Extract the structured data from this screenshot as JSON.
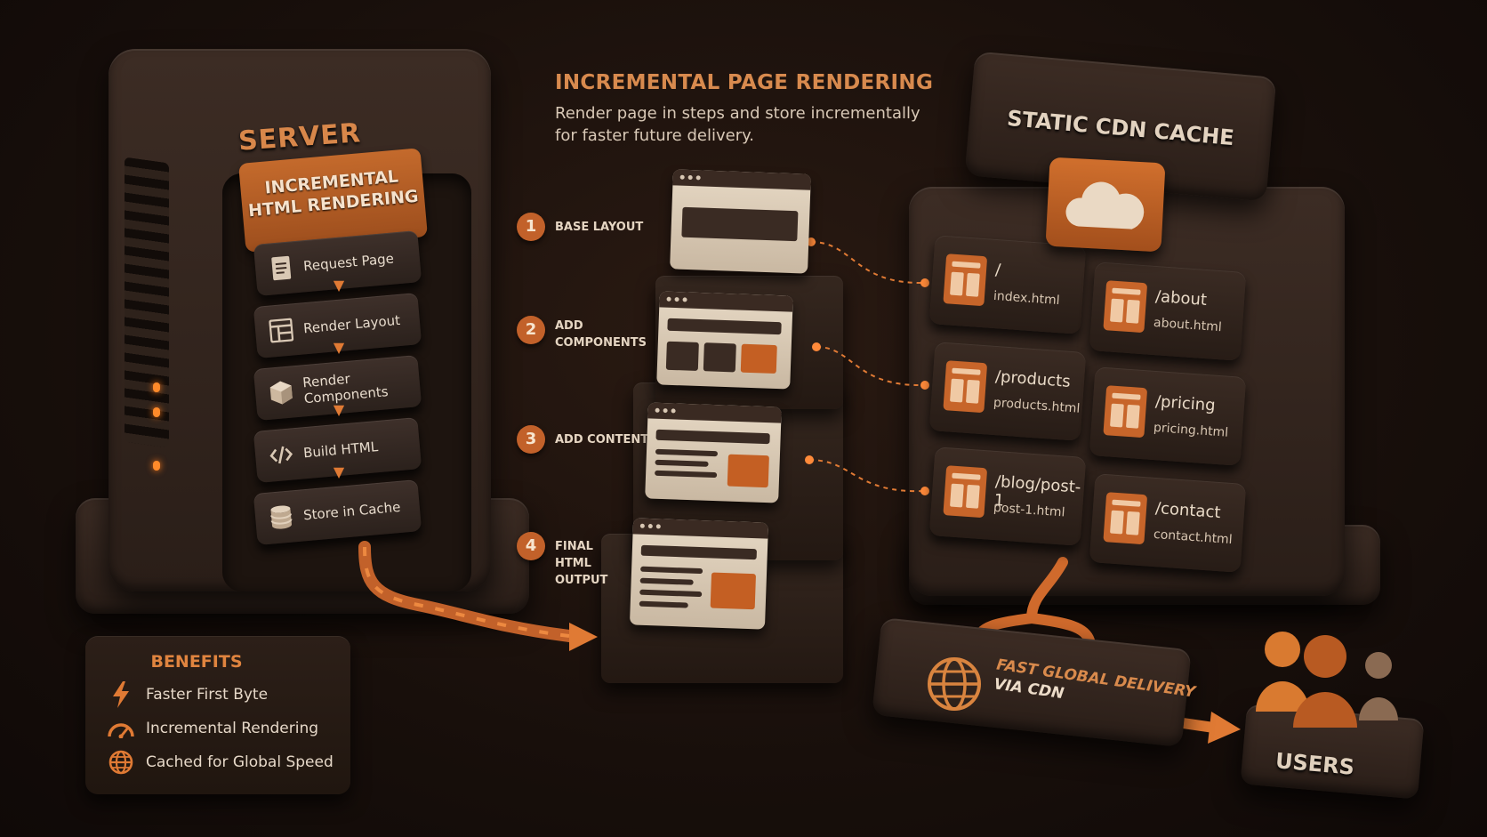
{
  "title": "INCREMENTAL PAGE RENDERING",
  "subtitle": "Render page in steps and store incrementally for faster future delivery.",
  "server": {
    "label": "SERVER",
    "panel_title": "INCREMENTAL HTML RENDERING",
    "steps": [
      {
        "label": "Request Page",
        "icon": "document-icon"
      },
      {
        "label": "Render Layout",
        "icon": "layout-grid-icon"
      },
      {
        "label": "Render Components",
        "icon": "cube-icon"
      },
      {
        "label": "Build HTML",
        "icon": "code-icon"
      },
      {
        "label": "Store in Cache",
        "icon": "database-icon"
      }
    ]
  },
  "stages": [
    {
      "number": "1",
      "label": "BASE LAYOUT"
    },
    {
      "number": "2",
      "label": "ADD COMPONENTS"
    },
    {
      "number": "3",
      "label": "ADD CONTENT"
    },
    {
      "number": "4",
      "label": "FINAL HTML OUTPUT"
    }
  ],
  "cdn": {
    "label": "STATIC CDN CACHE",
    "icon": "cloud-icon",
    "pages": [
      {
        "route": "/",
        "file": "index.html"
      },
      {
        "route": "/about",
        "file": "about.html"
      },
      {
        "route": "/products",
        "file": "products.html"
      },
      {
        "route": "/pricing",
        "file": "pricing.html"
      },
      {
        "route": "/blog/post-1",
        "file": "post-1.html"
      },
      {
        "route": "/contact",
        "file": "contact.html"
      }
    ]
  },
  "delivery": {
    "line1": "FAST GLOBAL DELIVERY",
    "line2": "VIA CDN",
    "icon": "globe-icon"
  },
  "users": {
    "label": "USERS",
    "icon": "users-icon"
  },
  "benefits": {
    "title": "BENEFITS",
    "items": [
      {
        "label": "Faster First Byte",
        "icon": "lightning-icon"
      },
      {
        "label": "Incremental Rendering",
        "icon": "gauge-icon"
      },
      {
        "label": "Cached for Global Speed",
        "icon": "globe-icon"
      }
    ]
  },
  "colors": {
    "accent": "#e07a34",
    "background": "#180f0b",
    "panel": "#2e221b",
    "paper": "#e6d8c4"
  }
}
